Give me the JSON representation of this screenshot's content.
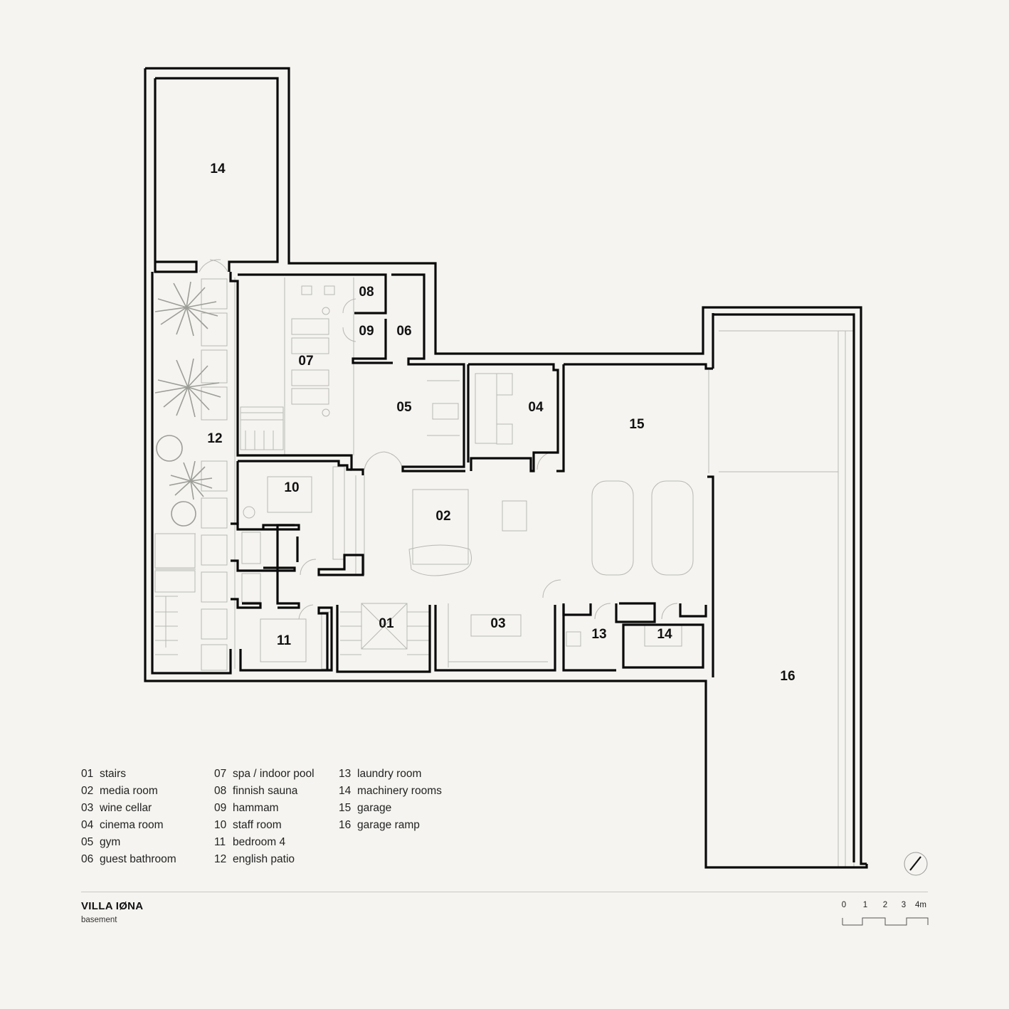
{
  "project": {
    "title": "VILLA IØNA",
    "subtitle": "basement"
  },
  "rooms": [
    {
      "id": "room-14-top",
      "label": "14"
    },
    {
      "id": "room-08",
      "label": "08"
    },
    {
      "id": "room-09",
      "label": "09"
    },
    {
      "id": "room-06",
      "label": "06"
    },
    {
      "id": "room-07",
      "label": "07"
    },
    {
      "id": "room-05",
      "label": "05"
    },
    {
      "id": "room-04",
      "label": "04"
    },
    {
      "id": "room-15",
      "label": "15"
    },
    {
      "id": "room-12",
      "label": "12"
    },
    {
      "id": "room-10",
      "label": "10"
    },
    {
      "id": "room-02",
      "label": "02"
    },
    {
      "id": "room-01",
      "label": "01"
    },
    {
      "id": "room-03",
      "label": "03"
    },
    {
      "id": "room-11",
      "label": "11"
    },
    {
      "id": "room-13",
      "label": "13"
    },
    {
      "id": "room-14-bottom",
      "label": "14"
    },
    {
      "id": "room-16",
      "label": "16"
    }
  ],
  "legend": {
    "col1": [
      {
        "num": "01",
        "name": "stairs"
      },
      {
        "num": "02",
        "name": "media room"
      },
      {
        "num": "03",
        "name": "wine cellar"
      },
      {
        "num": "04",
        "name": "cinema room"
      },
      {
        "num": "05",
        "name": "gym"
      },
      {
        "num": "06",
        "name": "guest bathroom"
      }
    ],
    "col2": [
      {
        "num": "07",
        "name": "spa / indoor pool"
      },
      {
        "num": "08",
        "name": "finnish sauna"
      },
      {
        "num": "09",
        "name": "hammam"
      },
      {
        "num": "10",
        "name": "staff room"
      },
      {
        "num": "11",
        "name": "bedroom 4"
      },
      {
        "num": "12",
        "name": "english patio"
      }
    ],
    "col3": [
      {
        "num": "13",
        "name": "laundry room"
      },
      {
        "num": "14",
        "name": "machinery rooms"
      },
      {
        "num": "15",
        "name": "garage"
      },
      {
        "num": "16",
        "name": "garage ramp"
      }
    ]
  },
  "scale_bar": {
    "labels": [
      "0",
      "1",
      "2",
      "3",
      "4m"
    ]
  }
}
